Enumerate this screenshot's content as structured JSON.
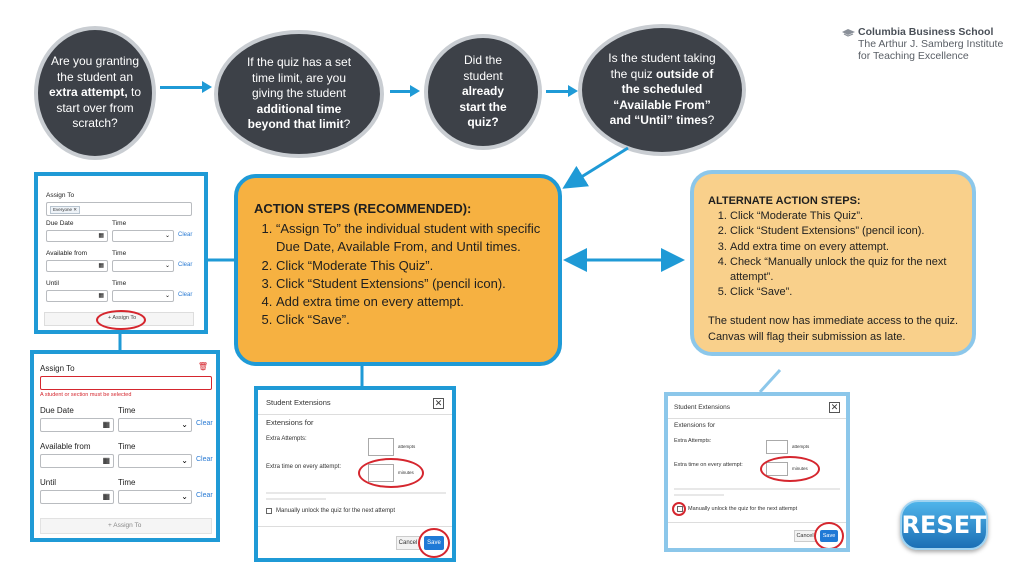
{
  "logo": {
    "line1": "Columbia Business School",
    "line2": "The Arthur J. Samberg Institute",
    "line3": "for Teaching Excellence"
  },
  "questions": [
    {
      "pre": "Are you granting the student an ",
      "bold": "extra attempt,",
      "post": " to start over from scratch?"
    },
    {
      "pre": "If the quiz has a set time limit, are you giving the student ",
      "bold": "additional time beyond that limit",
      "post": "?"
    },
    {
      "pre": "Did the student ",
      "bold": "already start the quiz?",
      "post": ""
    },
    {
      "pre": "Is the student taking the quiz ",
      "bold": "outside of the scheduled “Available From” and “Until” times",
      "post": "?"
    }
  ],
  "action": {
    "title": "ACTION STEPS (RECOMMENDED):",
    "steps": [
      "“Assign To” the individual student with specific Due Date, Available From, and Until times.",
      "Click “Moderate This Quiz”.",
      "Click “Student Extensions” (pencil icon).",
      "Add extra time on every attempt.",
      "Click “Save”."
    ]
  },
  "alternate": {
    "title": "ALTERNATE ACTION STEPS:",
    "steps": [
      "Click “Moderate This Quiz”.",
      "Click “Student Extensions” (pencil icon).",
      "Add extra time on every attempt.",
      "Check “Manually unlock the quiz for the next attempt”.",
      "Click “Save”."
    ],
    "note": "The student now has immediate access to the quiz. Canvas will flag their submission as late."
  },
  "assign_small": {
    "assign_to": "Assign To",
    "chip": "Everyone",
    "due_date": "Due Date",
    "time": "Time",
    "available_from": "Available from",
    "until": "Until",
    "clear": "Clear",
    "button": "+ Assign To"
  },
  "assign_large": {
    "assign_to": "Assign To",
    "error": "A student or section must be selected",
    "due_date": "Due Date",
    "time": "Time",
    "available_from": "Available from",
    "until": "Until",
    "clear": "Clear",
    "button": "+ Assign To"
  },
  "extensions": {
    "title": "Student Extensions",
    "extensions_for": "Extensions for",
    "extra_attempts": "Extra Attempts:",
    "attempts_unit": "attempts",
    "extra_time": "Extra time on every attempt:",
    "minutes_unit": "minutes",
    "unlock": "Manually unlock the quiz for the next attempt",
    "cancel": "Cancel",
    "save": "Save"
  },
  "reset_label": "RESET",
  "colors": {
    "accent": "#1f9ad6",
    "circle": "#3d4148",
    "action_box": "#f6b141",
    "alternate_box": "#f9d08b",
    "highlight": "#d5262e"
  }
}
